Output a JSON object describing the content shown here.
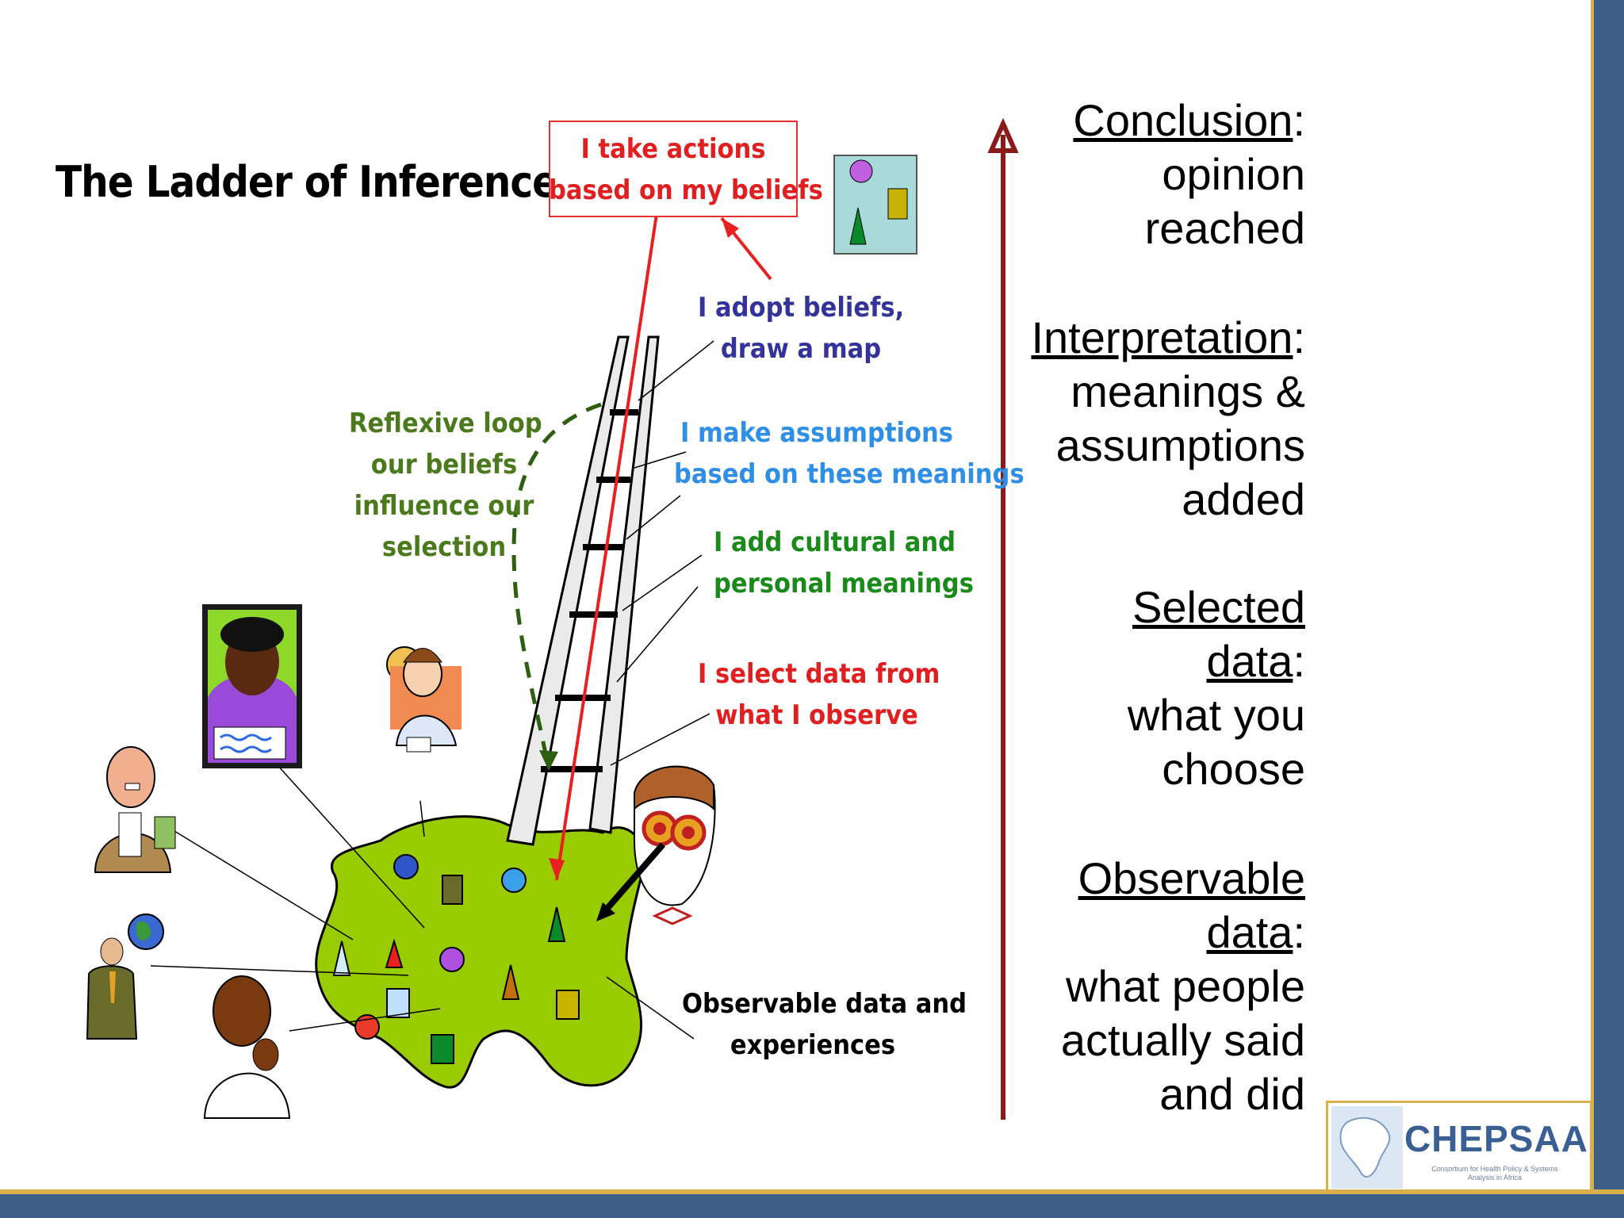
{
  "title": "The Ladder of Inference",
  "ladder_labels": {
    "actions": [
      "I take actions",
      "based on my beliefs"
    ],
    "beliefs": [
      "I adopt beliefs,",
      "draw a map"
    ],
    "assumptions": [
      "I make assumptions",
      "based on these meanings"
    ],
    "cultural": [
      "I add cultural and",
      "personal meanings"
    ],
    "select": [
      "I select data from",
      "what I observe"
    ],
    "reflexive": [
      "Reflexive loop",
      "our beliefs",
      "influence our",
      "selection"
    ],
    "observable": [
      "Observable data and",
      "experiences"
    ]
  },
  "right_column": {
    "conclusion": {
      "heading": "Conclusion",
      "suffix": ":",
      "lines": [
        "opinion",
        "reached"
      ]
    },
    "interpretation": {
      "heading": "Interpretation",
      "suffix": ":",
      "lines": [
        "meanings &",
        "assumptions",
        "added"
      ]
    },
    "selected": {
      "heading_line1": "Selected",
      "heading_line2": "data",
      "suffix": ":",
      "lines": [
        "what you",
        "choose"
      ]
    },
    "observable": {
      "heading_line1": "Observable",
      "heading_line2": "data",
      "suffix": ":",
      "lines": [
        "what people",
        "actually said",
        "and did"
      ]
    }
  },
  "logo": {
    "name": "CHEPSAA",
    "subtitle": "Consortium for Health Policy & Systems Analysis in Africa"
  },
  "colors": {
    "frame": "#3d5f87",
    "gold": "#d8b14a",
    "arrow": "#8b1a1a",
    "blob": "#99cc00"
  }
}
